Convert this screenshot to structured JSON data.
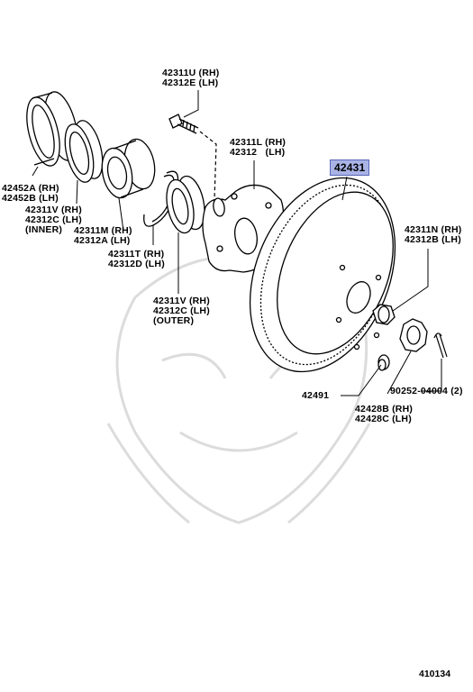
{
  "labels": {
    "hub_bolt": [
      "42311U (RH)",
      "42312E (LH)"
    ],
    "hub": [
      "42311L (RH)",
      "42312   (LH)"
    ],
    "rotor": "42431",
    "oil_seal_outer": [
      "42452A (RH)",
      "42452B (LH)"
    ],
    "bearing_inner": [
      "42311V (RH)",
      "42312C (LH)",
      "(INNER)"
    ],
    "inner_race": [
      "42311M (RH)",
      "42312A (LH)"
    ],
    "snap_ring": [
      "42311T (RH)",
      "42312D (LH)"
    ],
    "bearing_outer": [
      "42311V (RH)",
      "42312C (LH)",
      "(OUTER)"
    ],
    "nut": [
      "42311N (RH)",
      "42312B (LH)"
    ],
    "cap": "42491",
    "cotter_pin": "90252-04004 (2)",
    "lock_cap": [
      "42428B (RH)",
      "42428C (LH)"
    ]
  },
  "diagram_number": "410134",
  "colors": {
    "highlight": "#a9b3e6",
    "line": "#000000",
    "watermark": "#d9d9d9"
  },
  "icons": [
    "watermark-samurai-icon"
  ]
}
